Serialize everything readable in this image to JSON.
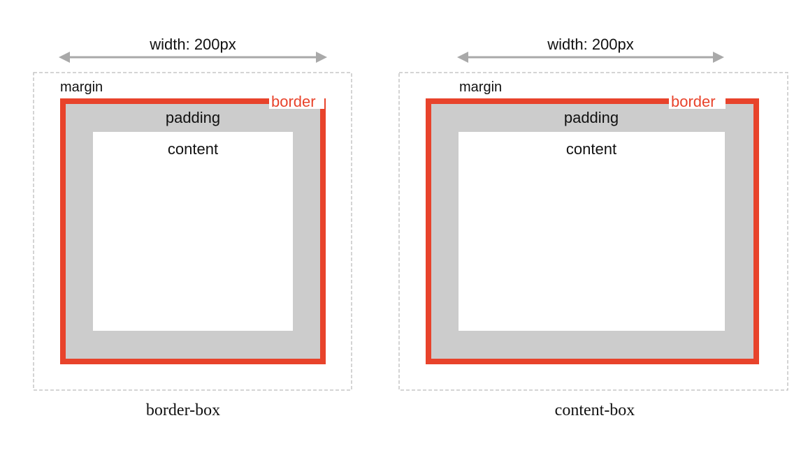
{
  "colors": {
    "border": "#e8432b",
    "padding": "#cccccc",
    "content": "#ffffff",
    "margin_outline": "#aaaaaa",
    "arrow": "#a9a9a9",
    "text": "#111111"
  },
  "left_diagram": {
    "width_label": "width: 200px",
    "margin_label": "margin",
    "border_label": "border",
    "padding_label": "padding",
    "content_label": "content",
    "caption": "border-box"
  },
  "right_diagram": {
    "width_label": "width: 200px",
    "margin_label": "margin",
    "border_label": "border",
    "padding_label": "padding",
    "content_label": "content",
    "caption": "content-box"
  }
}
